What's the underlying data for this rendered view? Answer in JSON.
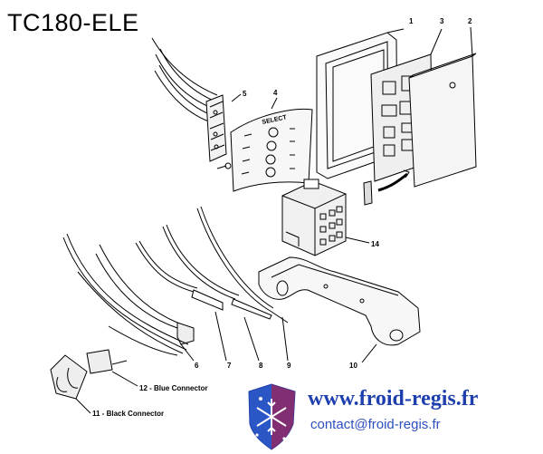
{
  "title": "TC180-ELE",
  "website": "www.froid-regis.fr",
  "email": "contact@froid-regis.fr",
  "panel_text": "SELECT",
  "callouts": [
    {
      "id": "c1",
      "text": "1"
    },
    {
      "id": "c2",
      "text": "2"
    },
    {
      "id": "c3",
      "text": "3"
    },
    {
      "id": "c4",
      "text": "4"
    },
    {
      "id": "c5",
      "text": "5"
    },
    {
      "id": "c6",
      "text": "6"
    },
    {
      "id": "c7",
      "text": "7"
    },
    {
      "id": "c8",
      "text": "8"
    },
    {
      "id": "c9",
      "text": "9"
    },
    {
      "id": "c10",
      "text": "10"
    },
    {
      "id": "c11",
      "text": "11 - Black Connector"
    },
    {
      "id": "c12",
      "text": "12 - Blue Connector"
    },
    {
      "id": "c14",
      "text": "14"
    }
  ],
  "colors": {
    "brand": "#1e3fae",
    "logo_red": "#c8102e",
    "line": "#000000"
  }
}
